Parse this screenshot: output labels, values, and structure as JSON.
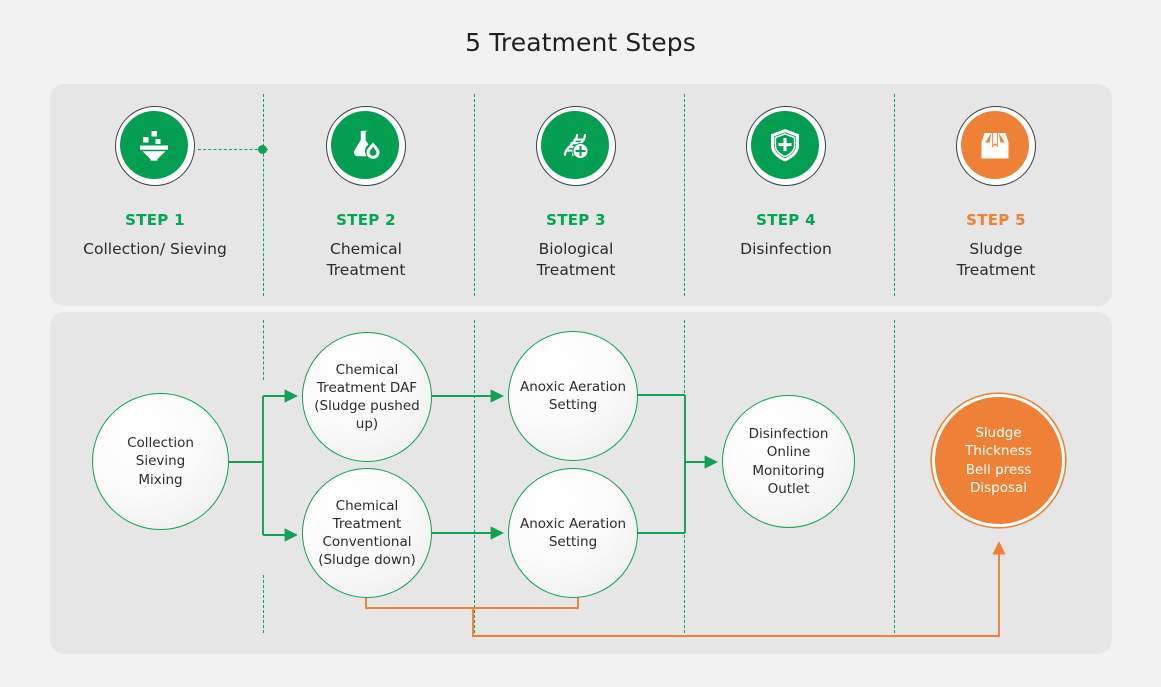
{
  "page": {
    "title": "5 Treatment Steps",
    "background": "#f2f2f2",
    "panel_background": "#e6e6e6",
    "green": "#00a651",
    "orange": "#ef8136"
  },
  "steps": [
    {
      "key": "STEP 1",
      "name": "Collection/ Sieving",
      "icon": "sieve-funnel-icon",
      "color": "#00a651",
      "tone": "green"
    },
    {
      "key": "STEP 2",
      "name": "Chemical\nTreatment",
      "icon": "flask-droplet-icon",
      "color": "#00a651",
      "tone": "green"
    },
    {
      "key": "STEP 3",
      "name": "Biological\nTreatment",
      "icon": "dna-plus-icon",
      "color": "#00a651",
      "tone": "green"
    },
    {
      "key": "STEP 4",
      "name": "Disinfection",
      "icon": "shield-plus-icon",
      "color": "#00a651",
      "tone": "green"
    },
    {
      "key": "STEP 5",
      "name": "Sludge\nTreatment",
      "icon": "package-box-icon",
      "color": "#ef8136",
      "tone": "orange"
    }
  ],
  "flow": {
    "nodes": [
      {
        "id": "collection",
        "label": "Collection\nSieving\nMixing",
        "tone": "green"
      },
      {
        "id": "chem_daf",
        "label": "Chemical\nTreatment DAF\n(Sludge pushed\nup)",
        "tone": "green"
      },
      {
        "id": "chem_conv",
        "label": "Chemical\nTreatment\nConventional\n(Sludge down)",
        "tone": "green"
      },
      {
        "id": "anoxic_1",
        "label": "Anoxic Aeration\nSetting",
        "tone": "green"
      },
      {
        "id": "anoxic_2",
        "label": "Anoxic Aeration\nSetting",
        "tone": "green"
      },
      {
        "id": "disinfection",
        "label": "Disinfection\nOnline\nMonitoring\nOutlet",
        "tone": "green"
      },
      {
        "id": "sludge",
        "label": "Sludge\nThickness\nBell press\nDisposal",
        "tone": "orange"
      }
    ],
    "connector_colors": {
      "process": "#12a055",
      "sludge_return": "#ef8136",
      "separator": "#12a055"
    }
  }
}
